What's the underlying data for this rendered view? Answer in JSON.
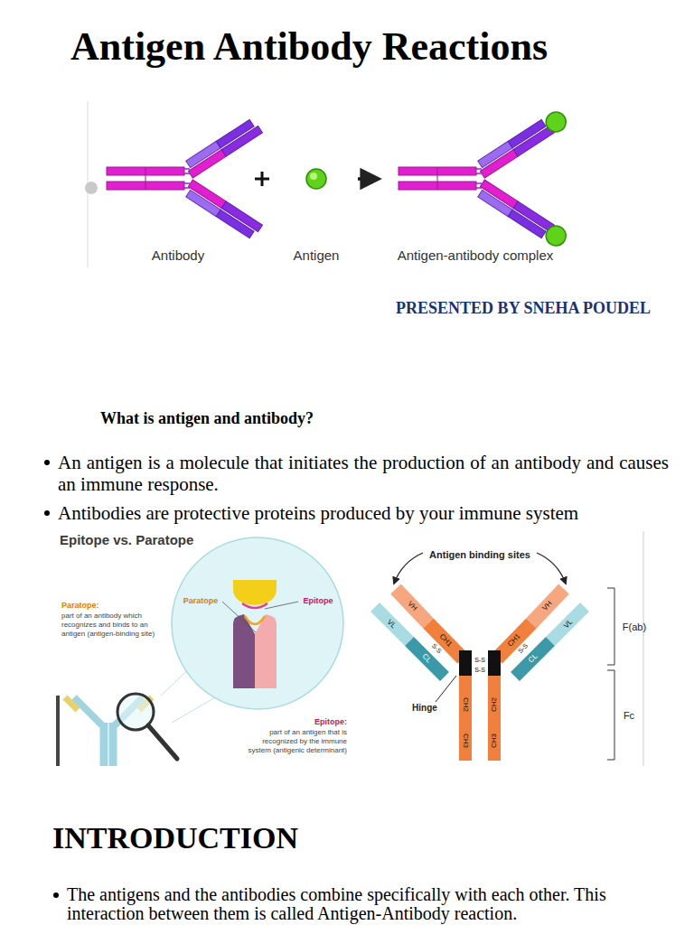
{
  "diagram": {
    "title": "Antigen Antibody Reactions",
    "labels": [
      "Antibody",
      "Antigen",
      "Antigen-antibody complex",
      "PRESENTED BY SNEHA POUDEL",
      "What is antigen and antibody?",
      "An antigen is a molecule that initiates the production of an antibody and causes an immune response.",
      "Antibodies are protective proteins produced by your immune system",
      "Epitope vs. Paratope",
      "Paratope:",
      "part of an antibody which recognizes and binds to an antigen (antigen-binding site)",
      "Paratope",
      "Epitope",
      "Epitope:",
      "part of an antigen that is recognized by the immune system (antigenic determinant)",
      "Antigen binding sites",
      "VH",
      "VH",
      "VL",
      "VL",
      "CH1",
      "CH1",
      "CL",
      "CL",
      "S-S",
      "S-S",
      "S-S",
      "S-S",
      "Hinge",
      "CH2",
      "CH2",
      "CH3",
      "CH3",
      "F(ab)",
      "Fc",
      "INTRODUCTION",
      "The antigens and the antibodies combine specifically with each other. This interaction between them is called Antigen-Antibody reaction."
    ]
  }
}
